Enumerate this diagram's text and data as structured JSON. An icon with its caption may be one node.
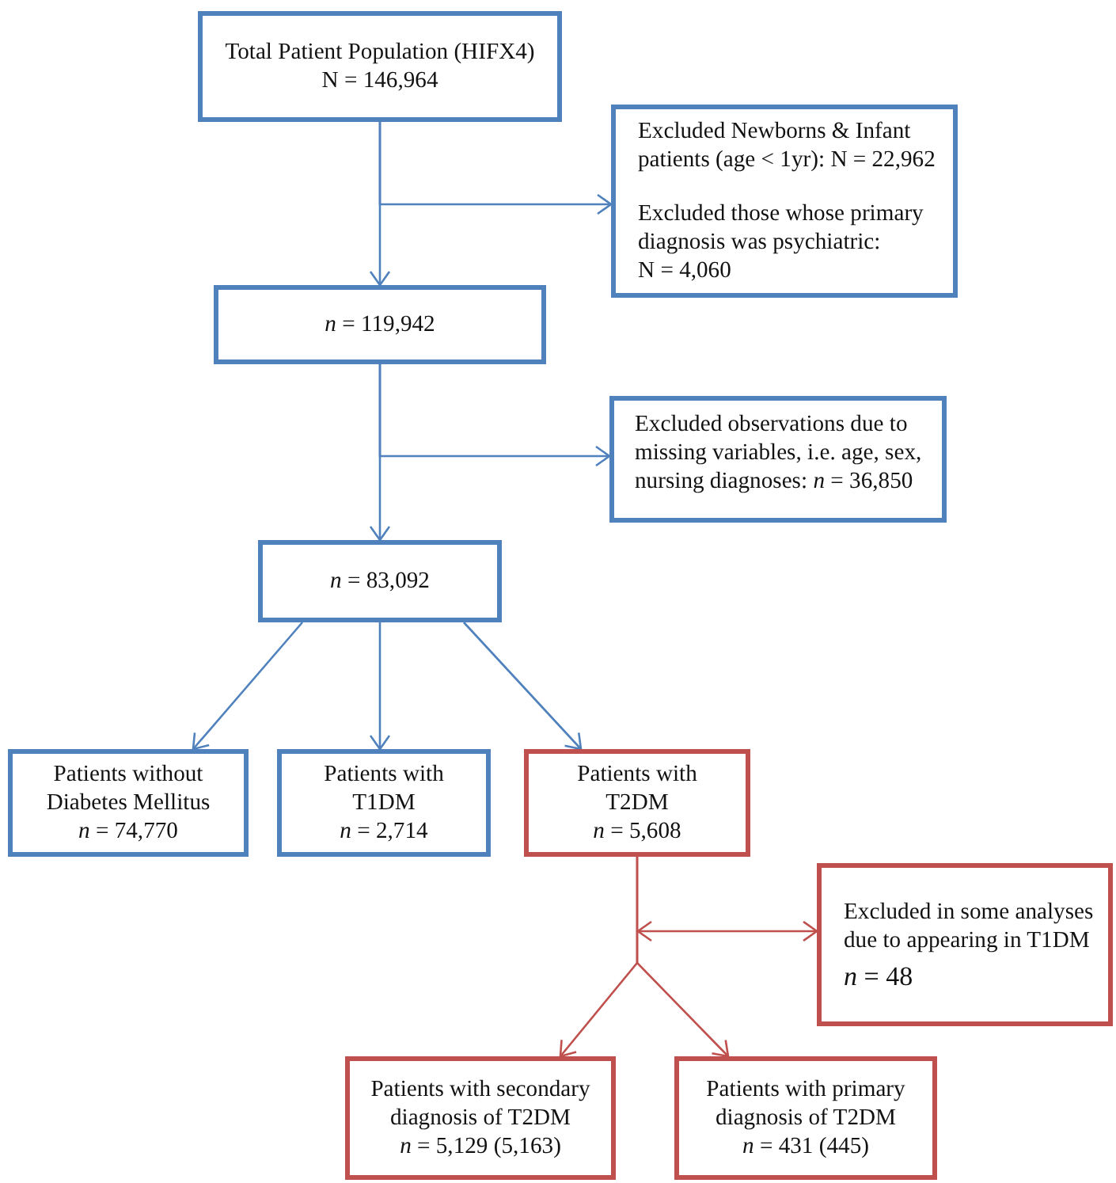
{
  "diagram": {
    "nodes": [
      {
        "text": [
          "Total Patient Population (HIFX4)",
          "N = 146,964"
        ]
      },
      {
        "text": [
          "Excluded Newborns & Infant patients (age < 1yr): N = 22,962",
          "Excluded those whose primary diagnosis was psychiatric:",
          "N = 4,060"
        ]
      },
      {
        "text": [
          "*n* = 119,942"
        ]
      },
      {
        "text": [
          "Excluded observations due to missing variables, i.e. age, sex, nursing diagnoses: *n* = 36,850"
        ]
      },
      {
        "text": [
          "*n* = 83,092"
        ]
      },
      {
        "text": [
          "Patients without Diabetes Mellitus",
          "*n* = 74,770"
        ]
      },
      {
        "text": [
          "Patients with T1DM",
          "*n* = 2,714"
        ]
      },
      {
        "text": [
          "Patients with T2DM",
          "*n* = 5,608"
        ]
      },
      {
        "text": [
          "Excluded in some analyses due to appearing in T1DM",
          "*n* = 48"
        ]
      },
      {
        "text": [
          "Patients with secondary diagnosis of T2DM",
          "*n* = 5,129 (5,163)"
        ]
      },
      {
        "text": [
          "Patients with primary diagnosis of T2DM",
          "*n* = 431 (445)"
        ]
      }
    ],
    "edges": [
      {
        "from": 0,
        "to": 1,
        "arrow": "to"
      },
      {
        "from": 0,
        "to": 2,
        "arrow": "to"
      },
      {
        "from": 2,
        "to": 3,
        "arrow": "to"
      },
      {
        "from": 2,
        "to": 4,
        "arrow": "to"
      },
      {
        "from": 4,
        "to": 5,
        "arrow": "to"
      },
      {
        "from": 4,
        "to": 6,
        "arrow": "to"
      },
      {
        "from": 4,
        "to": 7,
        "arrow": "to"
      },
      {
        "from": null,
        "to": 8,
        "arrow": "both",
        "color": "#c0504d"
      },
      {
        "from": 7,
        "to": 9,
        "arrow": "to",
        "color": "#c0504d"
      },
      {
        "from": 7,
        "to": 10,
        "arrow": "to",
        "color": "#c0504d"
      }
    ]
  }
}
